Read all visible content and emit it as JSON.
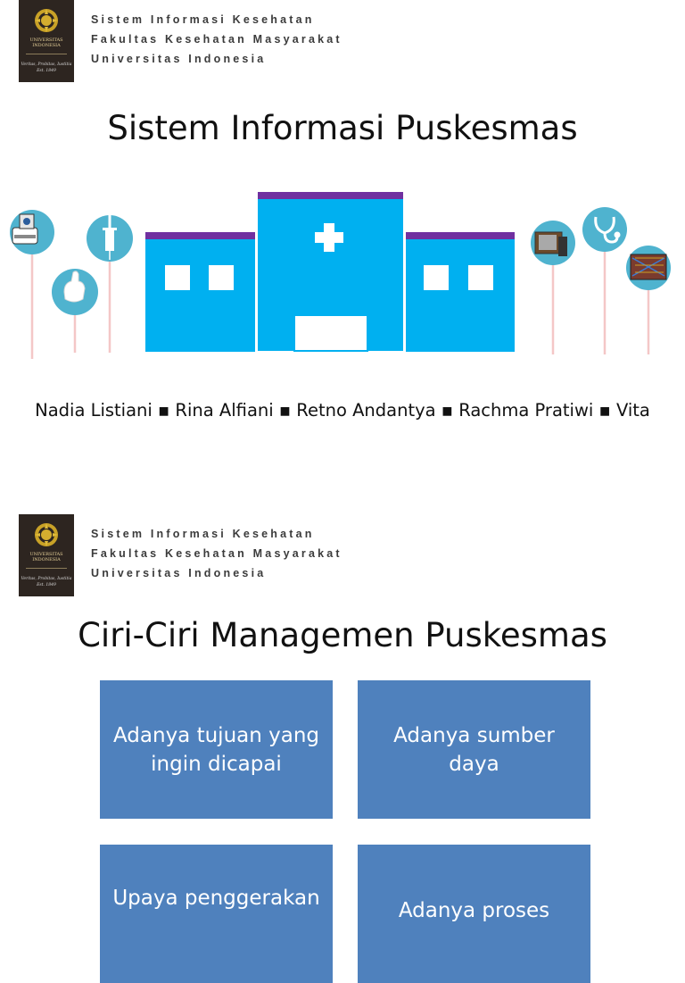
{
  "slides": [
    {
      "logo": {
        "line1": "UNIVERSITAS",
        "line2": "INDONESIA",
        "motto": "Veritas, Probitas, Iustitia",
        "est": "Est. 1849"
      },
      "header": [
        "Sistem Informasi Kesehatan",
        "Fakultas Kesehatan Masyarakat",
        "Universitas Indonesia"
      ],
      "title": "Sistem Informasi Puskesmas",
      "authors": "Nadia Listiani ▪ Rina Alfiani ▪ Retno Andantya ▪ Rachma Pratiwi ▪ Vita",
      "illustration_icons": [
        "computer-icon",
        "hand-icon",
        "syringe-icon",
        "hospital-building",
        "tv-icon",
        "stethoscope-icon",
        "books-icon"
      ]
    },
    {
      "logo": {
        "line1": "UNIVERSITAS",
        "line2": "INDONESIA",
        "motto": "Veritas, Probitas, Iustitia",
        "est": "Est. 1849"
      },
      "header": [
        "Sistem Informasi Kesehatan",
        "Fakultas Kesehatan Masyarakat",
        "Universitas Indonesia"
      ],
      "title": "Ciri-Ciri Managemen Puskesmas",
      "boxes": [
        "Adanya tujuan yang ingin dicapai",
        "Adanya sumber daya",
        "Upaya penggerakan",
        "Adanya proses"
      ]
    }
  ],
  "colors": {
    "box": "#4f81bd",
    "building": "#00b0f0",
    "roof": "#7030a0",
    "icon_circle": "#4fb3cf"
  }
}
